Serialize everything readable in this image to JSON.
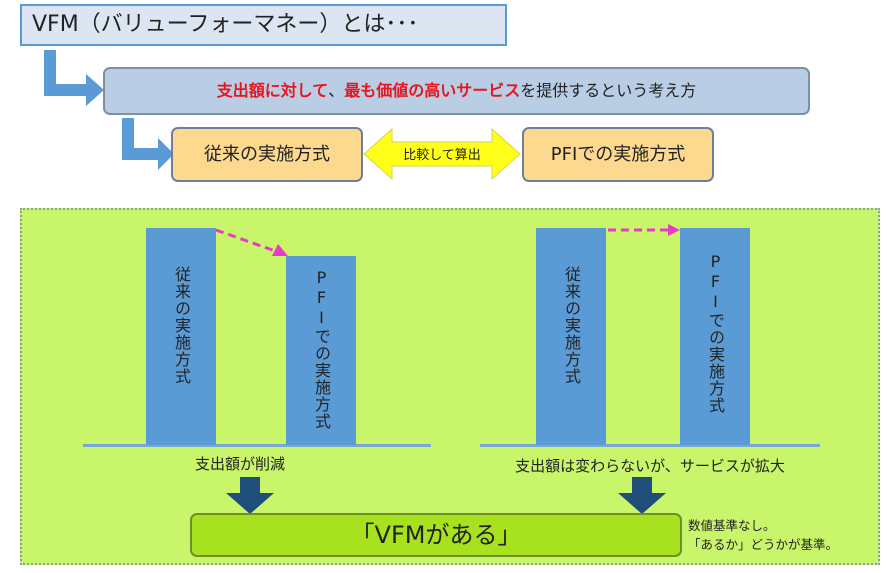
{
  "title": "VFM（バリューフォーマネー）とは･･･",
  "concept": {
    "red1": "支出額に対して",
    "mid": "、",
    "red2": "最も価値の高いサービス",
    "rest": "を提供するという考え方"
  },
  "compare": {
    "left": "従来の実施方式",
    "arrow": "比較して算出",
    "right": "PFIでの実施方式"
  },
  "case1": {
    "bar1": "従来の実施方式",
    "bar2": "PFIでの実施方式",
    "caption": "支出額が削減"
  },
  "case2": {
    "bar1": "従来の実施方式",
    "bar2": "PFIでの実施方式",
    "caption": "支出額は変わらないが、サービスが拡大"
  },
  "result": "「VFMがある」",
  "note": {
    "line1": "数値基準なし。",
    "line2": "「あるか」どうかが基準。"
  },
  "colors": {
    "bar": "#5b9bd5",
    "panel": "#c9f56b",
    "accent": "#e8141e",
    "arrow": "#e83bc8"
  }
}
